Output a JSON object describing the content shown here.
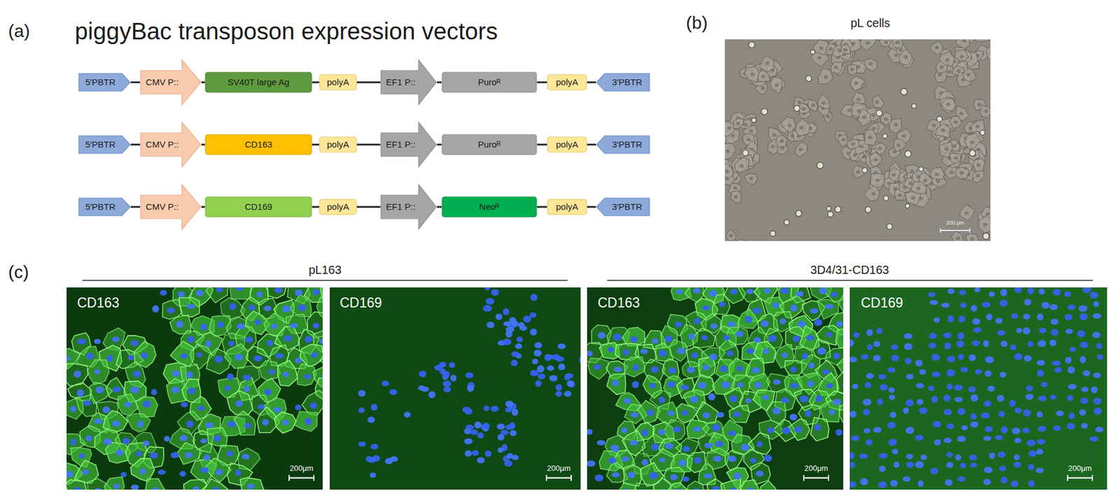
{
  "diagram": {
    "nodes": [
      {
        "text": [
          "5′PBTR"
        ]
      },
      {
        "text": [
          "CMV P::"
        ]
      },
      {
        "text": [
          "SV40T large Ag"
        ]
      },
      {
        "text": [
          "polyA"
        ]
      },
      {
        "text": [
          "EF1 P::"
        ]
      },
      {
        "text": [
          "Puroᴿ"
        ]
      },
      {
        "text": [
          "polyA"
        ]
      },
      {
        "text": [
          "3′PBTR"
        ]
      },
      {
        "text": [
          "5′PBTR"
        ]
      },
      {
        "text": [
          "CMV P::"
        ]
      },
      {
        "text": [
          "CD163"
        ]
      },
      {
        "text": [
          "polyA"
        ]
      },
      {
        "text": [
          "EF1 P::"
        ]
      },
      {
        "text": [
          "Puroᴿ"
        ]
      },
      {
        "text": [
          "polyA"
        ]
      },
      {
        "text": [
          "3′PBTR"
        ]
      },
      {
        "text": [
          "5′PBTR"
        ]
      },
      {
        "text": [
          "CMV P::"
        ]
      },
      {
        "text": [
          "CD169"
        ]
      },
      {
        "text": [
          "polyA"
        ]
      },
      {
        "text": [
          "EF1 P::"
        ]
      },
      {
        "text": [
          "Neoᴿ"
        ]
      },
      {
        "text": [
          "polyA"
        ]
      },
      {
        "text": [
          "3′PBTR"
        ]
      }
    ],
    "edges": [
      {
        "from": 0,
        "to": 1,
        "arrow": "none"
      },
      {
        "from": 1,
        "to": 2,
        "arrow": "none"
      },
      {
        "from": 2,
        "to": 3,
        "arrow": "none"
      },
      {
        "from": 3,
        "to": 4,
        "arrow": "none"
      },
      {
        "from": 4,
        "to": 5,
        "arrow": "none"
      },
      {
        "from": 5,
        "to": 6,
        "arrow": "none"
      },
      {
        "from": 6,
        "to": 7,
        "arrow": "none"
      },
      {
        "from": 8,
        "to": 9,
        "arrow": "none"
      },
      {
        "from": 9,
        "to": 10,
        "arrow": "none"
      },
      {
        "from": 10,
        "to": 11,
        "arrow": "none"
      },
      {
        "from": 11,
        "to": 12,
        "arrow": "none"
      },
      {
        "from": 12,
        "to": 13,
        "arrow": "none"
      },
      {
        "from": 13,
        "to": 14,
        "arrow": "none"
      },
      {
        "from": 14,
        "to": 15,
        "arrow": "none"
      },
      {
        "from": 16,
        "to": 17,
        "arrow": "none"
      },
      {
        "from": 17,
        "to": 18,
        "arrow": "none"
      },
      {
        "from": 18,
        "to": 19,
        "arrow": "none"
      },
      {
        "from": 19,
        "to": 20,
        "arrow": "none"
      },
      {
        "from": 20,
        "to": 21,
        "arrow": "none"
      },
      {
        "from": 21,
        "to": 22,
        "arrow": "none"
      },
      {
        "from": 22,
        "to": 23,
        "arrow": "none"
      }
    ],
    "labels": [
      "(a)",
      "piggyBac transposon expression vectors",
      "(b)",
      "pL cells",
      "200 μm",
      "(c)",
      "pL163",
      "3D4/31-CD163",
      "CD163",
      "200μm",
      "CD169",
      "200μm",
      "CD163",
      "200μm",
      "CD169",
      "200μm"
    ]
  }
}
